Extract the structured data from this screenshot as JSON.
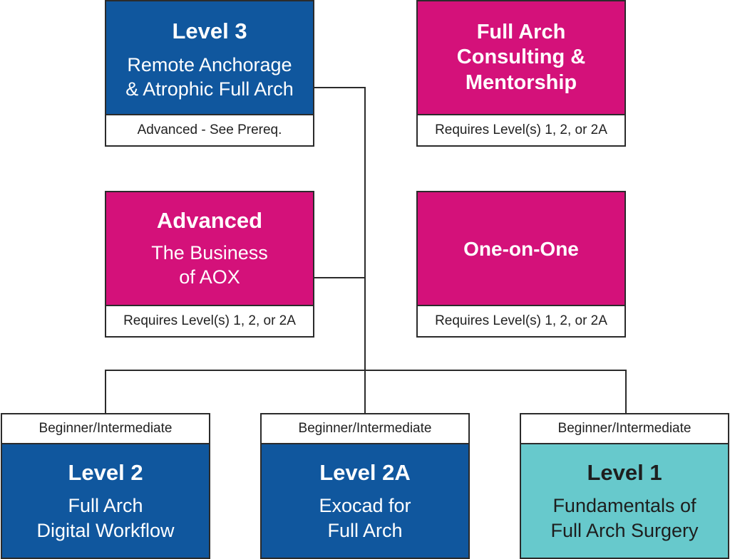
{
  "boxes": {
    "level3": {
      "title": "Level 3",
      "subtitle_line1": "Remote Anchorage",
      "subtitle_line2": "& Atrophic Full Arch",
      "caption": "Advanced - See Prereq.",
      "color": "#10579e"
    },
    "consulting": {
      "title_line1": "Full Arch",
      "title_line2": "Consulting &",
      "title_line3": "Mentorship",
      "caption": "Requires Level(s) 1, 2, or 2A",
      "color": "#d4117a"
    },
    "advanced": {
      "title": "Advanced",
      "subtitle_line1": "The Business",
      "subtitle_line2": "of AOX",
      "caption": "Requires Level(s) 1, 2, or 2A",
      "color": "#d4117a"
    },
    "one_on_one": {
      "title": "One-on-One",
      "caption": "Requires Level(s) 1, 2, or 2A",
      "color": "#d4117a"
    },
    "level2": {
      "caption": "Beginner/Intermediate",
      "title": "Level 2",
      "subtitle_line1": "Full Arch",
      "subtitle_line2": "Digital Workflow",
      "color": "#10579e"
    },
    "level2a": {
      "caption": "Beginner/Intermediate",
      "title": "Level 2A",
      "subtitle_line1": "Exocad for",
      "subtitle_line2": "Full Arch",
      "color": "#10579e"
    },
    "level1": {
      "caption": "Beginner/Intermediate",
      "title": "Level 1",
      "subtitle_line1": "Fundamentals of",
      "subtitle_line2": "Full Arch Surgery",
      "color": "#67c9cc"
    }
  }
}
